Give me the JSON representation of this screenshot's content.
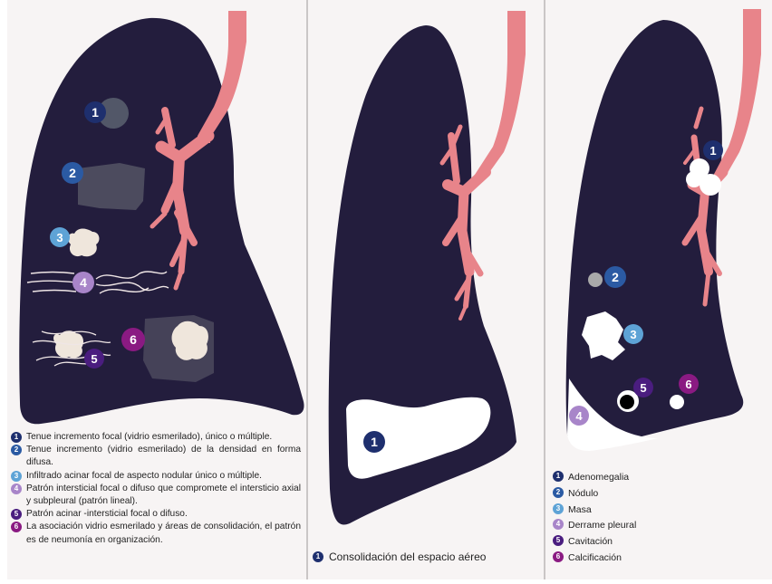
{
  "colors": {
    "lung": "#231d3d",
    "bronchi": "#e8848a",
    "panel_bg": "#f7f4f4",
    "c1": "#1e2f6e",
    "c2": "#2b5aa3",
    "c3": "#5ea3d6",
    "c4": "#a885c9",
    "c5": "#4a1d7f",
    "c6": "#8a1a82"
  },
  "panel1": {
    "markers": [
      "1",
      "2",
      "3",
      "4",
      "5",
      "6"
    ],
    "legend": [
      {
        "num": "1",
        "text": "Tenue incremento focal (vidrio esmerilado), único o múltiple."
      },
      {
        "num": "2",
        "text": "Tenue incremento (vidrio esmerilado) de la densidad en forma difusa."
      },
      {
        "num": "3",
        "text": "Infiltrado acinar focal de aspecto nodular único o múltiple."
      },
      {
        "num": "4",
        "text": "Patrón intersticial focal o difuso que compromete el intersticio axial y subpleural (patrón lineal)."
      },
      {
        "num": "5",
        "text": "Patrón acinar -intersticial focal o difuso."
      },
      {
        "num": "6",
        "text": "La asociación vidrio esmerilado y áreas de consolidación, el patrón es de neumonía en organización."
      }
    ]
  },
  "panel2": {
    "markers": [
      "1"
    ],
    "caption": {
      "num": "1",
      "text": "Consolidación del espacio aéreo"
    }
  },
  "panel3": {
    "markers": [
      "1",
      "2",
      "3",
      "4",
      "5",
      "6"
    ],
    "legend": [
      {
        "num": "1",
        "text": "Adenomegalia"
      },
      {
        "num": "2",
        "text": "Nódulo"
      },
      {
        "num": "3",
        "text": "Masa"
      },
      {
        "num": "4",
        "text": "Derrame pleural"
      },
      {
        "num": "5",
        "text": "Cavitación"
      },
      {
        "num": "6",
        "text": "Calcificación"
      }
    ]
  }
}
